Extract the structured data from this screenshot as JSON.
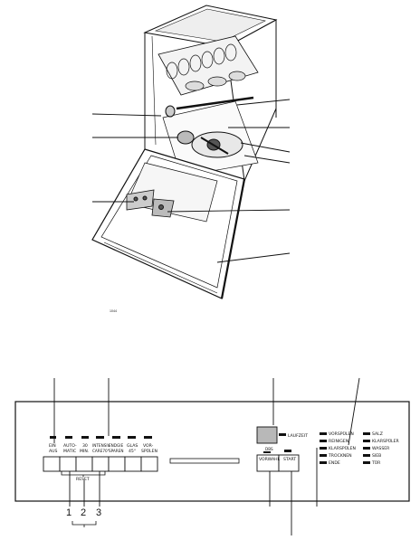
{
  "image_code": "1044",
  "panel": {
    "program_buttons": [
      {
        "line1": "AUTO-",
        "line2": "MATIC"
      },
      {
        "line1": "30",
        "line2": "MIN."
      },
      {
        "line1": "INTENSIV",
        "line2": "CARE70°"
      },
      {
        "line1": "ENDGIE",
        "line2": "SPAREN"
      },
      {
        "line1": "GLAS",
        "line2": "45°"
      },
      {
        "line1": "VOR-",
        "line2": "SPÜLEN"
      }
    ],
    "power": {
      "line1": "EIN",
      "line2": "AUS"
    },
    "reset_label": "RESET",
    "numbers": [
      "1",
      "2",
      "3"
    ],
    "delay_label": "LAUFZEIT",
    "vorwahl": {
      "top": "DBS",
      "label": "VORWAHL"
    },
    "start": {
      "top": "",
      "label": "START"
    },
    "stages": [
      "VORSPÜLEN",
      "REINIGEN",
      "KLARSPÜLEN",
      "TROCKNEN",
      "ENDE"
    ],
    "warnings": [
      "SALZ",
      "KLARSPÜLER",
      "WASSER",
      "SIEB",
      "TÜR"
    ]
  }
}
